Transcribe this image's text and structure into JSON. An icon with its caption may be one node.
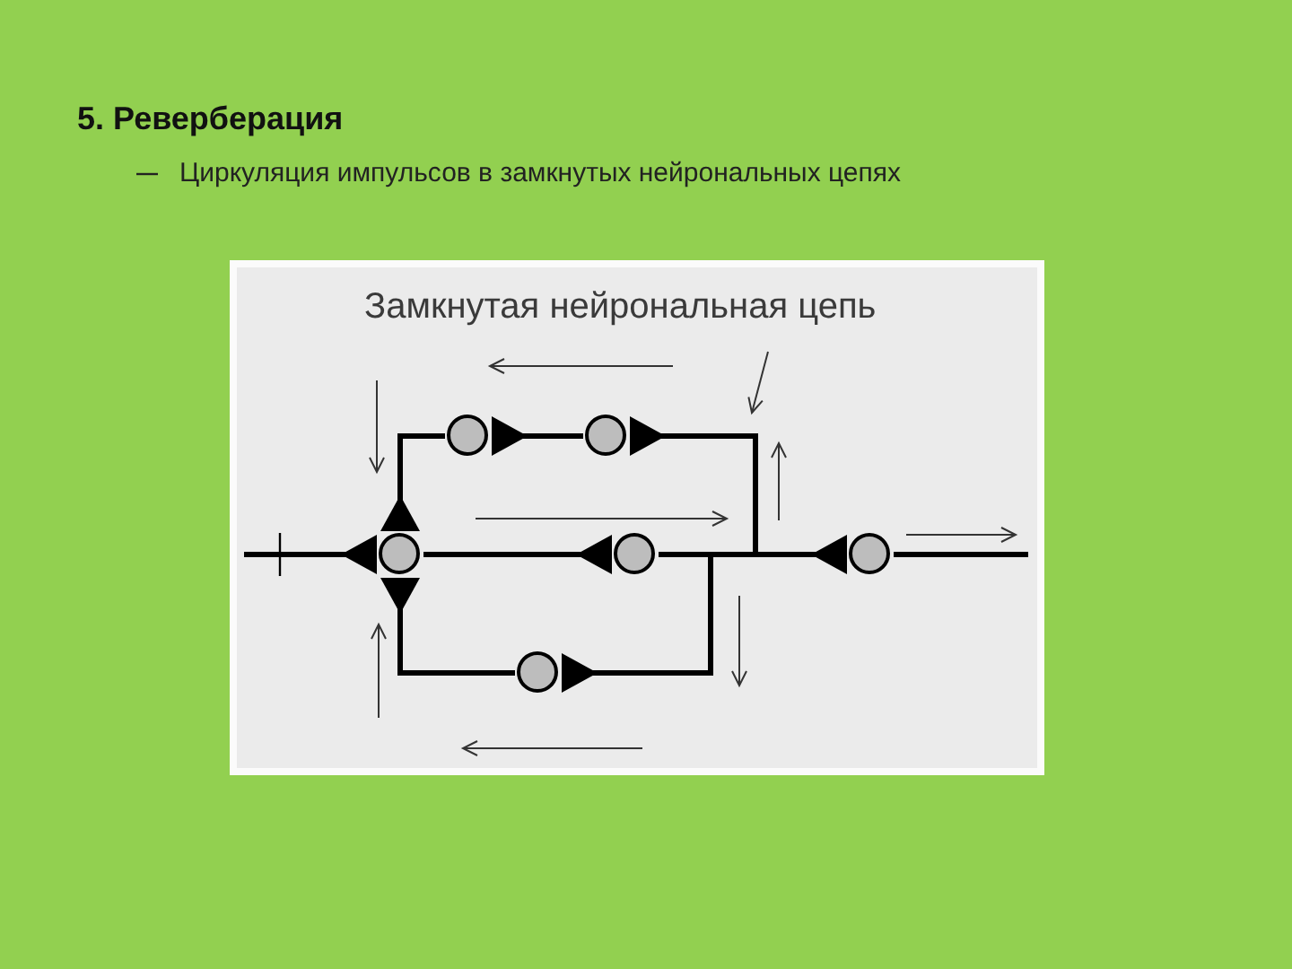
{
  "diagram": {
    "title": "5. Реверберация",
    "nodes": [
      {
        "text": [
          "Замкнутая нейрональная цепь"
        ]
      },
      {
        "text": [],
        "shape": "circle"
      },
      {
        "text": [],
        "shape": "circle"
      },
      {
        "text": [],
        "shape": "circle"
      },
      {
        "text": [],
        "shape": "circle"
      },
      {
        "text": [],
        "shape": "circle"
      },
      {
        "text": [],
        "shape": "circle"
      }
    ],
    "edges": [
      {
        "from": null,
        "to": 3,
        "arrow": "other"
      },
      {
        "from": 3,
        "to": 4,
        "arrow": "other"
      },
      {
        "from": 4,
        "to": 5,
        "arrow": "other"
      },
      {
        "from": 4,
        "to": 2,
        "arrow": "other"
      },
      {
        "from": 4,
        "to": 6,
        "arrow": "other"
      },
      {
        "from": 2,
        "to": 1,
        "arrow": "other"
      },
      {
        "from": 1,
        "to": 3,
        "arrow": "other"
      },
      {
        "from": 6,
        "to": 3,
        "arrow": "other"
      },
      {
        "from": 5,
        "to": null,
        "arrow": "none"
      },
      {
        "from": 0,
        "to": null,
        "arrow": "to"
      }
    ],
    "labels": [
      "Циркуляция импульсов в замкнутых нейрональных цепях"
    ]
  }
}
